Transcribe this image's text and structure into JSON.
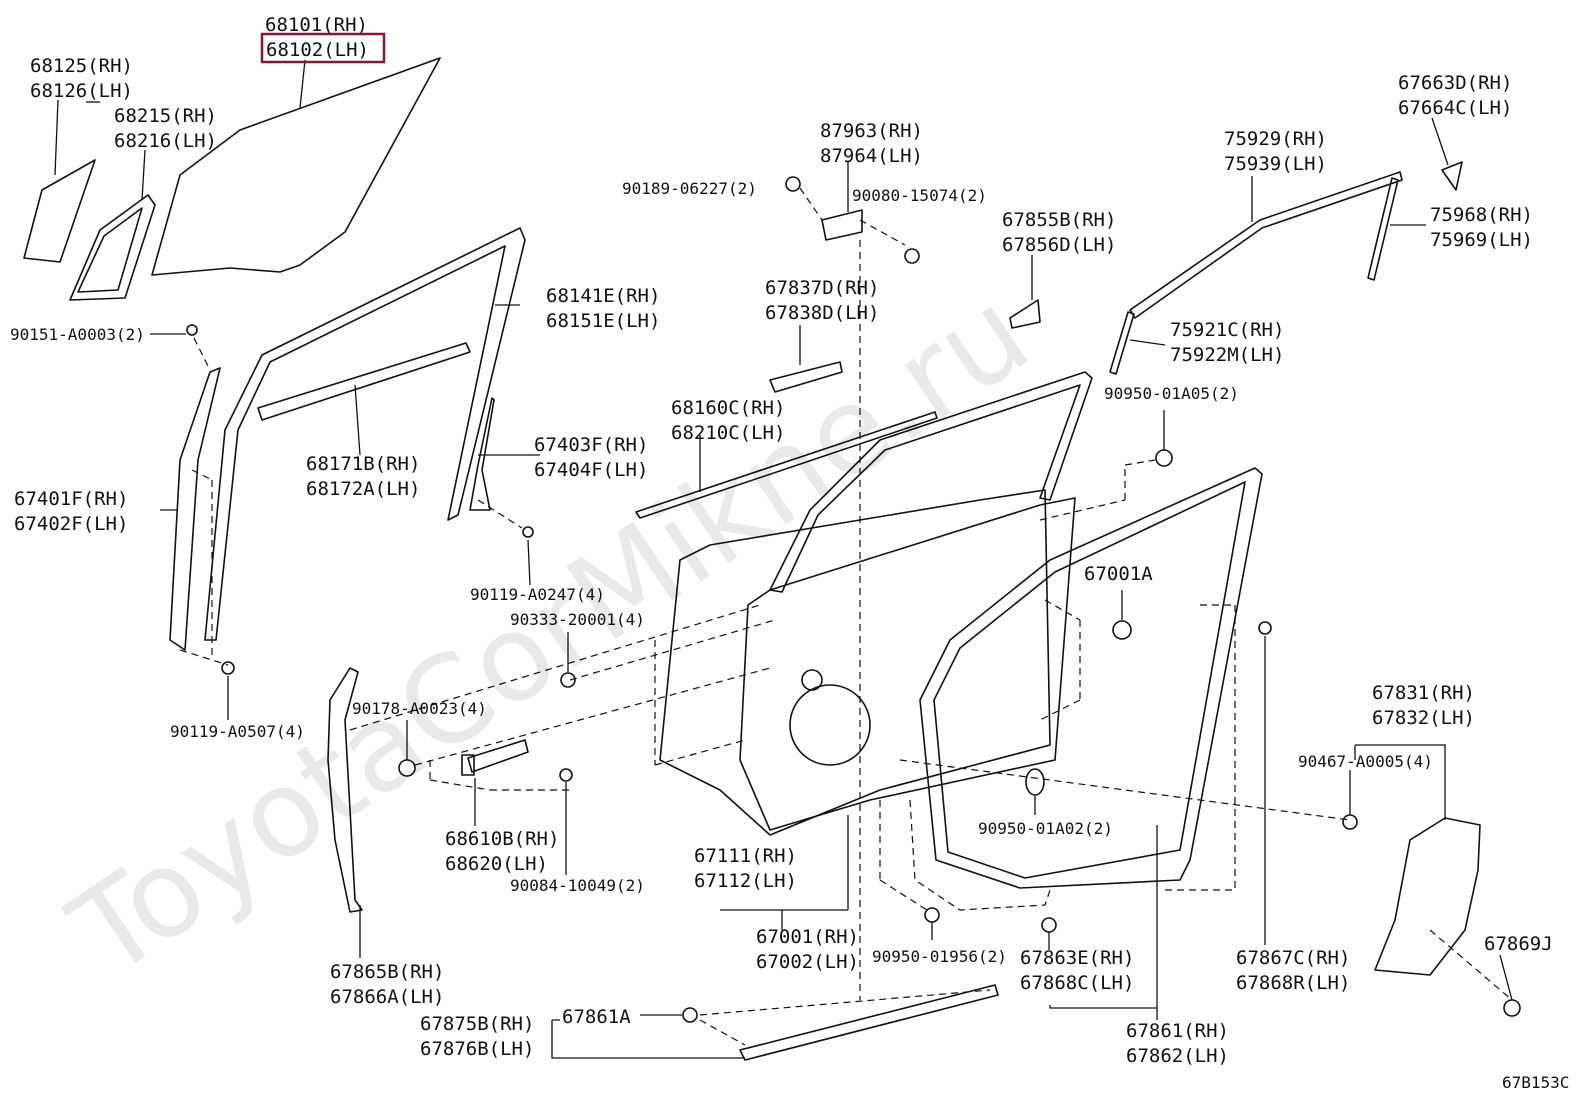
{
  "labels": {
    "p68101": "68101(RH)",
    "p68102": "68102(LH)",
    "p68125": "68125(RH)",
    "p68126": "68126(LH)",
    "p68215": "68215(RH)",
    "p68216": "68216(LH)",
    "p87963": "87963(RH)",
    "p87964": "87964(LH)",
    "p90189": "90189-06227(2)",
    "p90080": "90080-15074(2)",
    "p67663": "67663D(RH)",
    "p67664": "67664C(LH)",
    "p75929": "75929(RH)",
    "p75939": "75939(LH)",
    "p75968": "75968(RH)",
    "p75969": "75969(LH)",
    "p67855": "67855B(RH)",
    "p67856": "67856D(LH)",
    "p90151": "90151-A0003(2)",
    "p68141": "68141E(RH)",
    "p68151": "68151E(LH)",
    "p67837": "67837D(RH)",
    "p67838": "67838D(LH)",
    "p75921": "75921C(RH)",
    "p75922": "75922M(LH)",
    "p90950a": "90950-01A05(2)",
    "p68160": "68160C(RH)",
    "p68210": "68210C(LH)",
    "p67403": "67403F(RH)",
    "p67404": "67404F(LH)",
    "p68171": "68171B(RH)",
    "p68172": "68172A(LH)",
    "p67401": "67401F(RH)",
    "p67402": "67402F(LH)",
    "p67001a": "67001A",
    "p90119a": "90119-A0247(4)",
    "p90333": "90333-20001(4)",
    "p67831": "67831(RH)",
    "p67832": "67832(LH)",
    "p90178": "90178-A0023(4)",
    "p90119b": "90119-A0507(4)",
    "p90467": "90467-A0005(4)",
    "p68610": "68610B(RH)",
    "p68620": "68620(LH)",
    "p90950b": "90950-01A02(2)",
    "p67111": "67111(RH)",
    "p67112": "67112(LH)",
    "p90084": "90084-10049(2)",
    "p67001": "67001(RH)",
    "p67002": "67002(LH)",
    "p67869": "67869J",
    "p67865": "67865B(RH)",
    "p67866": "67866A(LH)",
    "p90950c": "90950-01956(2)",
    "p67863": "67863E(RH)",
    "p67868c": "67868C(LH)",
    "p67867": "67867C(RH)",
    "p67868r": "67868R(LH)",
    "p67875": "67875B(RH)",
    "p67876": "67876B(LH)",
    "p67861a": "67861A",
    "p67861": "67861(RH)",
    "p67862": "67862(LH)"
  },
  "diagram_code": "67B153C",
  "watermark": "ToyotaCorMikne.ru",
  "highlight_color": "#8c1535"
}
